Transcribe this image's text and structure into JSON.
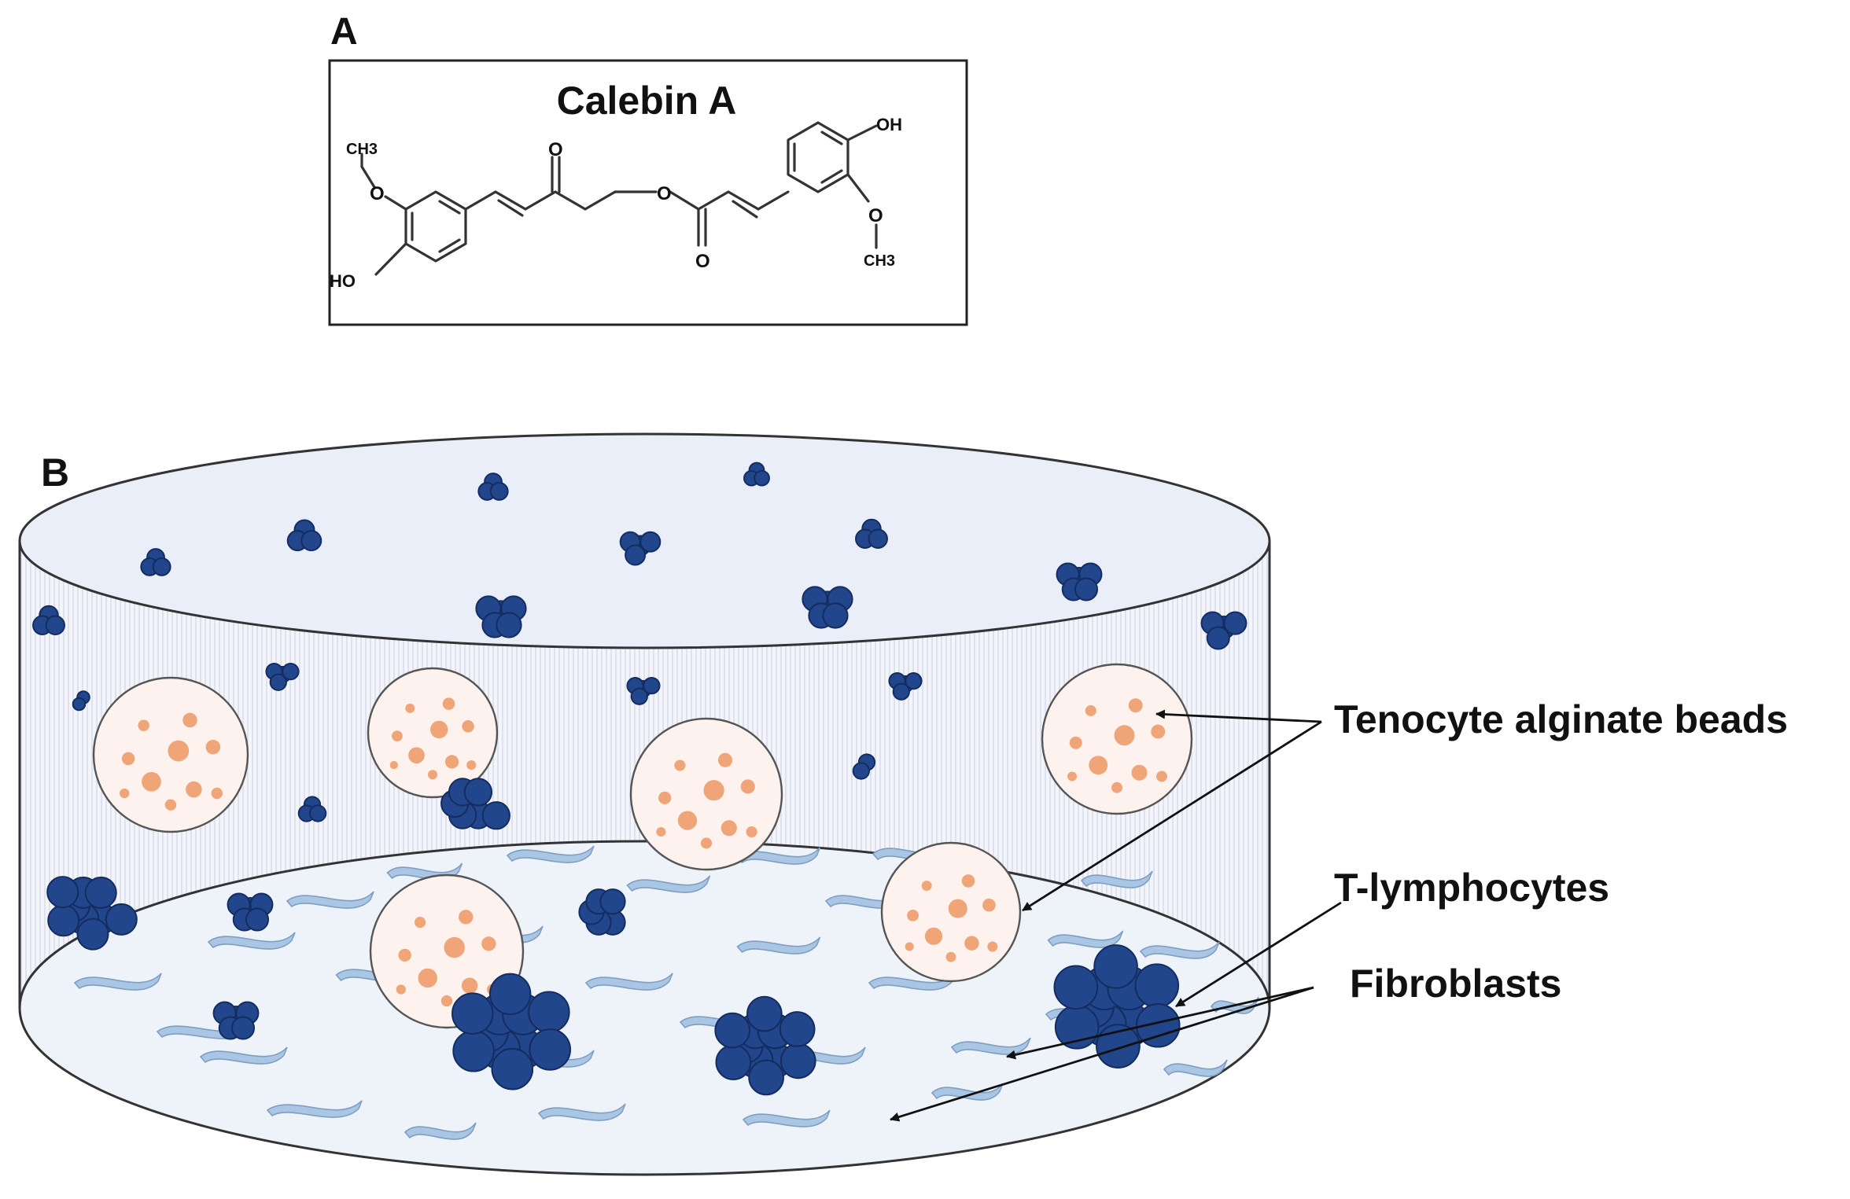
{
  "panel_a": {
    "panel_label": "A",
    "compound_name": "Calebin A",
    "atoms": {
      "left_methyl": "CH3",
      "left_ether_o": "O",
      "left_hydroxyl": "HO",
      "ketone_o": "O",
      "ester_o": "O",
      "carbonyl_o": "O",
      "right_hydroxyl": "OH",
      "right_ether_o": "O",
      "right_methyl": "CH3"
    }
  },
  "panel_b": {
    "panel_label": "B",
    "labels": {
      "tenocyte_beads": "Tenocyte alginate beads",
      "t_lymphocytes": "T-lymphocytes",
      "fibroblasts": "Fibroblasts"
    }
  },
  "colors": {
    "lymphocyte": "#22468c",
    "lymphocyte_edge": "#142c60",
    "fibroblast": "#a9c6e4",
    "bead_fill": "#fdf2ee",
    "bead_dot": "#f0a578",
    "dish_fill": "#eef3fa",
    "dish_line": "#3a3a3a"
  }
}
